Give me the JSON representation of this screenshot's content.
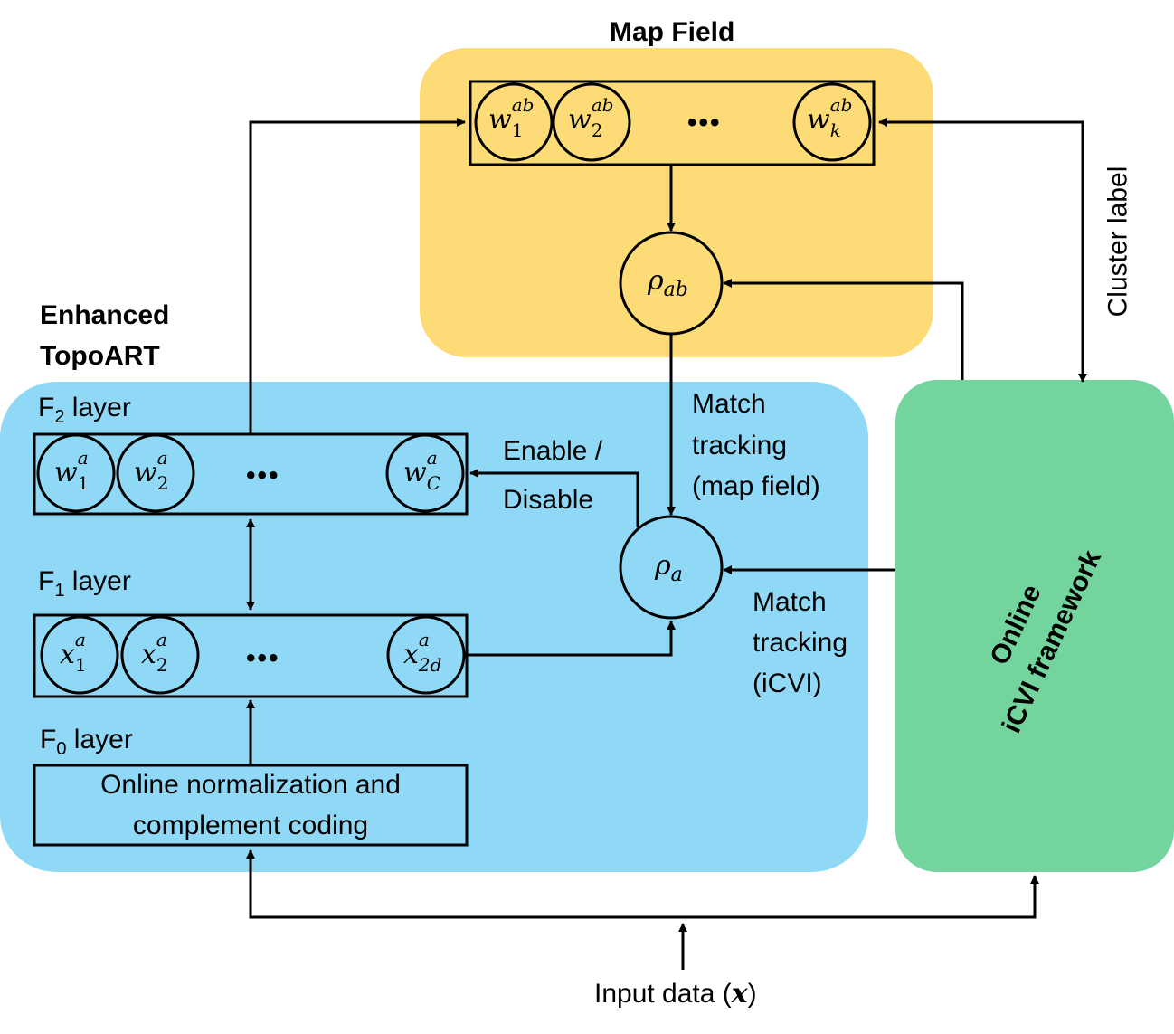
{
  "map_field": {
    "title": "Map Field",
    "nodes": [
      {
        "base": "w",
        "sub": "1",
        "sup": "ab"
      },
      {
        "base": "w",
        "sub": "2",
        "sup": "ab"
      },
      {
        "base": "w",
        "sub": "k",
        "sup": "ab"
      }
    ],
    "ellipsis": "•••",
    "vigilance": {
      "base": "ρ",
      "sub": "ab"
    }
  },
  "topoart": {
    "title_line1": "Enhanced",
    "title_line2": "TopoART",
    "f2": {
      "label_pre": "F",
      "label_sub": "2",
      "label_post": " layer",
      "nodes": [
        {
          "base": "w",
          "sub": "1",
          "sup": "a"
        },
        {
          "base": "w",
          "sub": "2",
          "sup": "a"
        },
        {
          "base": "w",
          "sub": "C",
          "sup": "a"
        }
      ],
      "ellipsis": "•••"
    },
    "f1": {
      "label_pre": "F",
      "label_sub": "1",
      "label_post": " layer",
      "nodes": [
        {
          "base": "x",
          "sub": "1",
          "sup": "a"
        },
        {
          "base": "x",
          "sub": "2",
          "sup": "a"
        },
        {
          "base": "x",
          "sub": "2d",
          "sup": "a"
        }
      ],
      "ellipsis": "•••"
    },
    "f0": {
      "label_pre": "F",
      "label_sub": "0",
      "label_post": " layer",
      "box_line1": "Online normalization and",
      "box_line2": "complement coding"
    },
    "vigilance": {
      "base": "ρ",
      "sub": "a"
    }
  },
  "labels": {
    "enable_line1": "Enable /",
    "enable_line2": "Disable",
    "mt_map_line1": "Match",
    "mt_map_line2": "tracking",
    "mt_map_line3": "(map field)",
    "mt_icvi_line1": "Match",
    "mt_icvi_line2": "tracking",
    "mt_icvi_line3": "(iCVI)",
    "cluster_label": "Cluster label",
    "input_data_pre": "Input data (",
    "input_data_var": "x",
    "input_data_post": ")"
  },
  "icvi": {
    "line1": "Online",
    "line2": "iCVI framework"
  },
  "colors": {
    "map_field_bg": "#FDDB76",
    "topoart_bg": "#8FD9F7",
    "icvi_bg": "#74D49E"
  }
}
